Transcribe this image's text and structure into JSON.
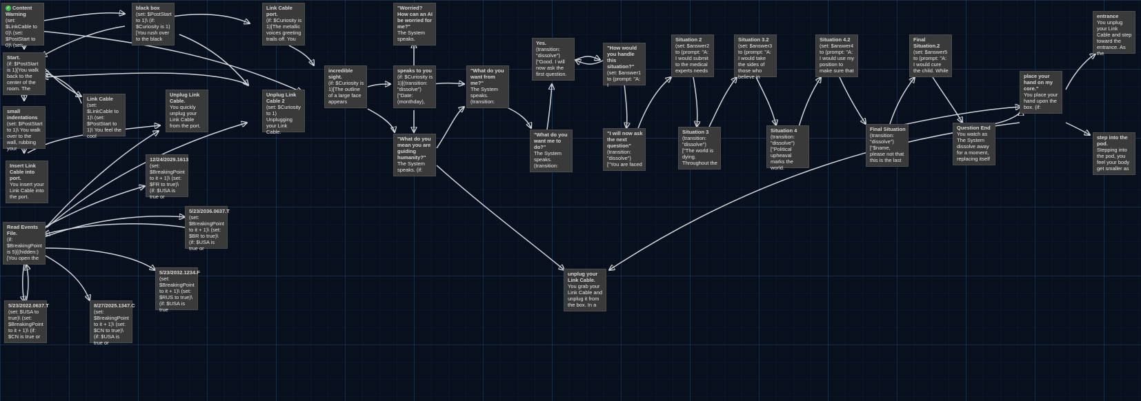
{
  "passages": [
    {
      "id": "content-warning",
      "start": true,
      "title": "Content Warning",
      "body": "(set: $LinkCable to 0)\\ (set: $PostStart to 0)\\ (set:"
    },
    {
      "id": "black-box",
      "title": "black box",
      "body": "(set: $PostStart to 1)\\ (if: $Curiosity is 1)[You rush over to the black"
    },
    {
      "id": "link-cable-port",
      "title": "Link Cable port.",
      "body": "(if: $Curiosity is 1)[The metallic voices greeting trails off. You"
    },
    {
      "id": "worried",
      "title": "\"Worried? How can an AI be worried for me?\"",
      "body": "The System speaks."
    },
    {
      "id": "start",
      "title": "Start.",
      "body": "(if: $PostStart is 1)[You walk back to the center of the room. The"
    },
    {
      "id": "small-indentations",
      "title": "small indentations",
      "body": "(set: $PostStart to 1)\\ You walk over to the wall, rubbing your"
    },
    {
      "id": "link-cable",
      "title": "Link Cable",
      "body": "(set: $LinkCable to 1)\\ (set: $PostStart to 1)\\ You feel the cool"
    },
    {
      "id": "unplug-link-cable",
      "title": "Unplug Link Cable.",
      "body": "You quickly unplug your Link Cable from the port."
    },
    {
      "id": "unplug-link-cable-2",
      "title": "Unplug Link Cable 2",
      "body": "(set: $Curiosity to 1)\nUnplugging your Link Cable."
    },
    {
      "id": "incredible-sight",
      "title": "incredible sight.",
      "body": "(if: $Curiosity is 1)[The outline of a large face appears"
    },
    {
      "id": "speaks-to-you",
      "title": "speaks to you",
      "body": "(if: $Curiosity is 1)[(transition: \"dissolve\")[\"Date: (monthday),"
    },
    {
      "id": "what-do-you-want-from-me",
      "title": "\"What do you want from me?\"",
      "body": "The System speaks.\n(transition:"
    },
    {
      "id": "what-do-you-mean",
      "title": "\"What do you mean you are guiding humanity?\"",
      "body": "The System speaks. (if:"
    },
    {
      "id": "yes",
      "title": "Yes.",
      "body": "(transition: \"dissolve\")[\"Good. I will now ask the first question."
    },
    {
      "id": "what-do-you-want-me-to-do",
      "title": "\"What do you want me to do?\"",
      "body": "The System speaks.\n(transition:"
    },
    {
      "id": "how-would-you-handle",
      "title": "\"How would you handle this situation?\"",
      "body": "(set: $answer1 to (prompt: \"A: I"
    },
    {
      "id": "next-question",
      "title": "\"I will now ask the next question\"",
      "body": "(transition: \"dissolve\")[\"You are faced"
    },
    {
      "id": "situation-2",
      "title": "Situation 2",
      "body": "(set: $answer2 to (prompt: \"A: I would submit to the medical experts needs"
    },
    {
      "id": "situation-3-2",
      "title": "Situation 3.2",
      "body": "(set: $answer3 to (prompt: \"A: I would take the sides of those who believe in"
    },
    {
      "id": "situation-3",
      "title": "Situation 3",
      "body": "(transition: \"dissolve\")[\"The world is dying. Throughout the"
    },
    {
      "id": "situation-4-2",
      "title": "Situation 4.2",
      "body": "(set: $answer4 to (prompt: \"A: I would use my position to make sure that"
    },
    {
      "id": "situation-4",
      "title": "Situation 4",
      "body": "(transition: \"dissolve\")[\"Political upheaval marks the world."
    },
    {
      "id": "final-situation-2",
      "title": "Final Situation.2",
      "body": "(set: $answer5 to (prompt: \"A: I would cure the child. While"
    },
    {
      "id": "final-situation",
      "title": "Final Situation",
      "body": "(transition: \"dissolve\")[\"$name, please not that this is the last"
    },
    {
      "id": "question-end",
      "title": "Question End",
      "body": "You watch as The System dissolve away for a moment, replacing itself"
    },
    {
      "id": "place-your-hand",
      "title": "place your hand on my core.\"",
      "body": "You place your hand upon the box. (if:"
    },
    {
      "id": "entrance",
      "title": "entrance",
      "body": "You unplug your Link Cable and step toward the entrance. As the"
    },
    {
      "id": "step-into-pod",
      "title": "step into the pod.",
      "body": "Stepping into the pod, you feel your body get smaller as"
    },
    {
      "id": "insert-link-cable",
      "title": "Insert Link Cable into port.",
      "body": "You insert your Link Cable into the port."
    },
    {
      "id": "read-events-file",
      "title": "Read Events File.",
      "body": "(if: $BreakingPoint is 5)[(hidden:)[You open the"
    },
    {
      "id": "e-12-24-2029",
      "title": "12/24/2029.1613",
      "body": "(set: $BreakingPoint to it + 1)\\ (set: $FR to true)\\ (if: $USA is true or"
    },
    {
      "id": "e-5-23-2036",
      "title": "5/23/2036.0637.T",
      "body": "(set: $BreakingPoint to it + 1)\\ (set: $BR to true)\\ (if: $USA is true or"
    },
    {
      "id": "e-5-23-2032",
      "title": "5/23/2032.1234.F",
      "body": "(set: $BreakingPoint to it + 1)\\ (set: $RUS to true)\\ (if: $USA is true"
    },
    {
      "id": "e-5-23-2022",
      "title": "5/23/2022.0637.T",
      "body": "(set: $USA to true)\\ (set: $BreakingPoint to it + 1)\\ (if: $CN is true or"
    },
    {
      "id": "e-8-27-2025",
      "title": "8/27/2025.1347.C",
      "body": "(set: $BreakingPoint to it + 1)\\ (set: $CN to true)\\ (if: $USA is true or"
    },
    {
      "id": "unplug-link-cable-lower",
      "title": "unplug your Link Cable.",
      "body": "You grab your Link Cable and unplug it from the box. In a"
    }
  ]
}
